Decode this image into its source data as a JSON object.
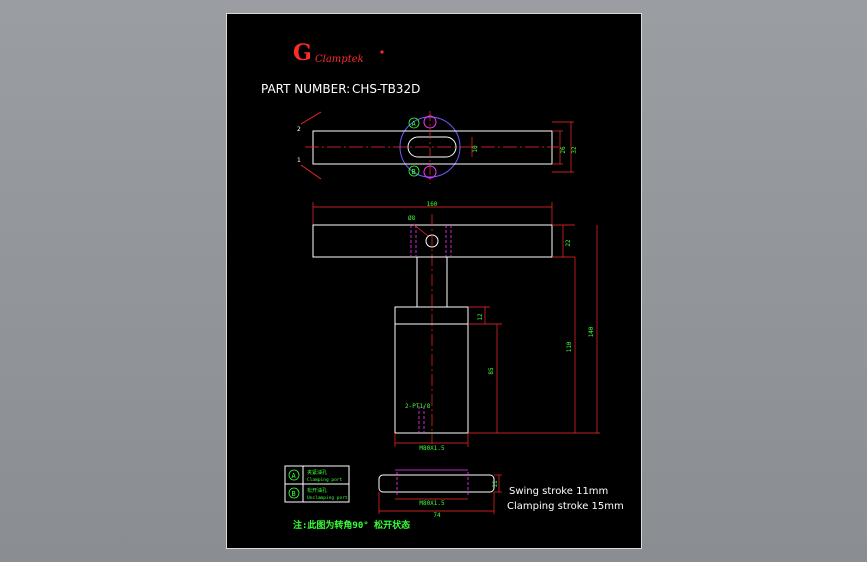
{
  "viewport": {
    "background": "#8e9296"
  },
  "sheet": {
    "background": "#000000",
    "border": "#d8d8d8"
  },
  "colors": {
    "outline": "#ffffff",
    "dimension": "#ff2a2a",
    "dimension_text": "#39ff39",
    "centerline": "#ff2a2a",
    "port": "#ff33ff",
    "flange": "#6a5cff",
    "logo": "#ff2a2a"
  },
  "logo": {
    "mark": "G",
    "brand": "Clamptek"
  },
  "header": {
    "part_number_label": "PART NUMBER:",
    "part_number_value": "CHS-TB32D"
  },
  "top_view": {
    "markers": [
      "A",
      "B"
    ],
    "dims": {
      "width_inner": "26",
      "width_outer": "32",
      "slot": "10"
    },
    "pos_labels": [
      "2",
      "1"
    ]
  },
  "front_view": {
    "dims": {
      "overall_length": "160",
      "hole": "Ø8",
      "arm_height": "22",
      "height_inner": "110",
      "height_overall": "140",
      "body_top": "12",
      "body_height": "85",
      "port_label": "2-PT1/8",
      "thread": "M80X1.5"
    }
  },
  "bottom_view": {
    "dims": {
      "height": "11",
      "thread": "M80X1.5",
      "width": "74"
    }
  },
  "legend": {
    "icon": "circle-letter-icon",
    "items": [
      {
        "marker": "A",
        "cn": "夹紧油孔",
        "en": "Clamping port"
      },
      {
        "marker": "B",
        "cn": "松开油孔",
        "en": "Unclamping port"
      }
    ]
  },
  "specs": {
    "line1": "Swing stroke 11mm",
    "line2": "Clamping stroke 15mm"
  },
  "note": "注:此图为转角90° 松开状态"
}
